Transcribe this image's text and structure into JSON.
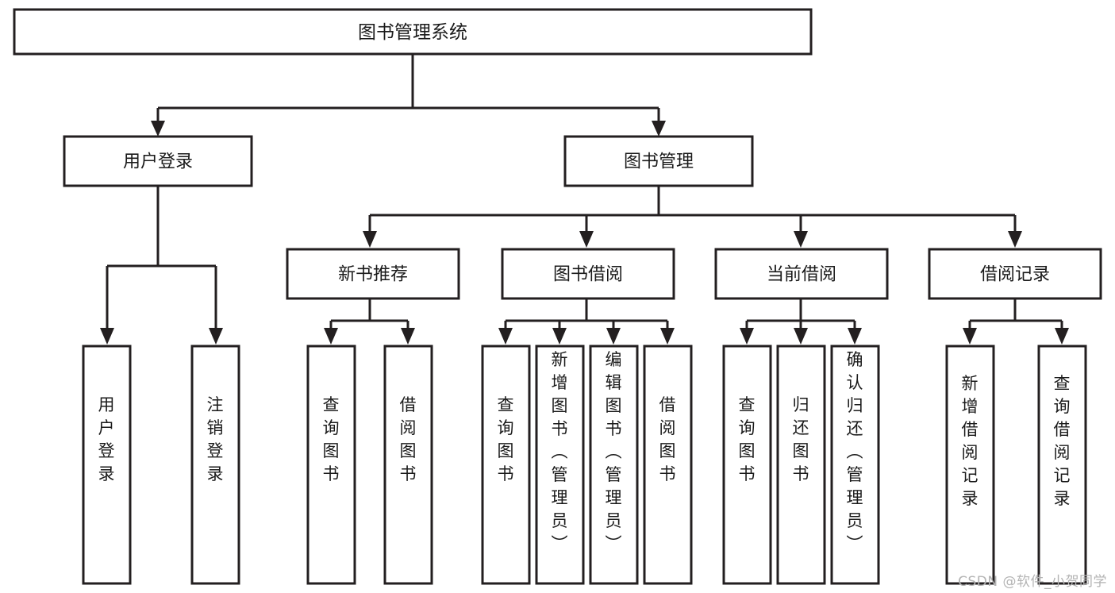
{
  "diagram": {
    "type": "tree",
    "title": "图书管理系统",
    "root": {
      "id": "root",
      "label": "图书管理系统",
      "orientation": "horizontal"
    },
    "level1": [
      {
        "id": "user-login",
        "label": "用户登录",
        "orientation": "horizontal"
      },
      {
        "id": "book-manage",
        "label": "图书管理",
        "orientation": "horizontal"
      }
    ],
    "level2": [
      {
        "id": "new-book-recommend",
        "label": "新书推荐",
        "parent": "book-manage",
        "orientation": "horizontal"
      },
      {
        "id": "book-borrow",
        "label": "图书借阅",
        "parent": "book-manage",
        "orientation": "horizontal"
      },
      {
        "id": "current-borrow",
        "label": "当前借阅",
        "parent": "book-manage",
        "orientation": "horizontal"
      },
      {
        "id": "borrow-record",
        "label": "借阅记录",
        "parent": "book-manage",
        "orientation": "horizontal"
      }
    ],
    "leaves": [
      {
        "id": "leaf-user-login",
        "label": "用户登录",
        "parent": "user-login",
        "orientation": "vertical"
      },
      {
        "id": "leaf-user-logout",
        "label": "注销登录",
        "parent": "user-login",
        "orientation": "vertical"
      },
      {
        "id": "leaf-query-book-1",
        "label": "查询图书",
        "parent": "new-book-recommend",
        "orientation": "vertical"
      },
      {
        "id": "leaf-borrow-book-1",
        "label": "借阅图书",
        "parent": "new-book-recommend",
        "orientation": "vertical"
      },
      {
        "id": "leaf-query-book-2",
        "label": "查询图书",
        "parent": "book-borrow",
        "orientation": "vertical"
      },
      {
        "id": "leaf-add-book",
        "label": "新增图书（管理员）",
        "parent": "book-borrow",
        "orientation": "vertical"
      },
      {
        "id": "leaf-edit-book",
        "label": "编辑图书（管理员）",
        "parent": "book-borrow",
        "orientation": "vertical"
      },
      {
        "id": "leaf-borrow-book-2",
        "label": "借阅图书",
        "parent": "book-borrow",
        "orientation": "vertical"
      },
      {
        "id": "leaf-query-book-3",
        "label": "查询图书",
        "parent": "current-borrow",
        "orientation": "vertical"
      },
      {
        "id": "leaf-return-book",
        "label": "归还图书",
        "parent": "current-borrow",
        "orientation": "vertical"
      },
      {
        "id": "leaf-confirm-return",
        "label": "确认归还（管理员）",
        "parent": "current-borrow",
        "orientation": "vertical"
      },
      {
        "id": "leaf-add-record",
        "label": "新增借阅记录",
        "parent": "borrow-record",
        "orientation": "vertical"
      },
      {
        "id": "leaf-query-record",
        "label": "查询借阅记录",
        "parent": "borrow-record",
        "orientation": "vertical"
      }
    ],
    "colors": {
      "stroke": "#231f20",
      "fill": "#ffffff",
      "text": "#1a1a1a",
      "watermark": "#b3b3b3"
    }
  },
  "watermark": {
    "text": "CSDN @软件_小贺同学"
  }
}
